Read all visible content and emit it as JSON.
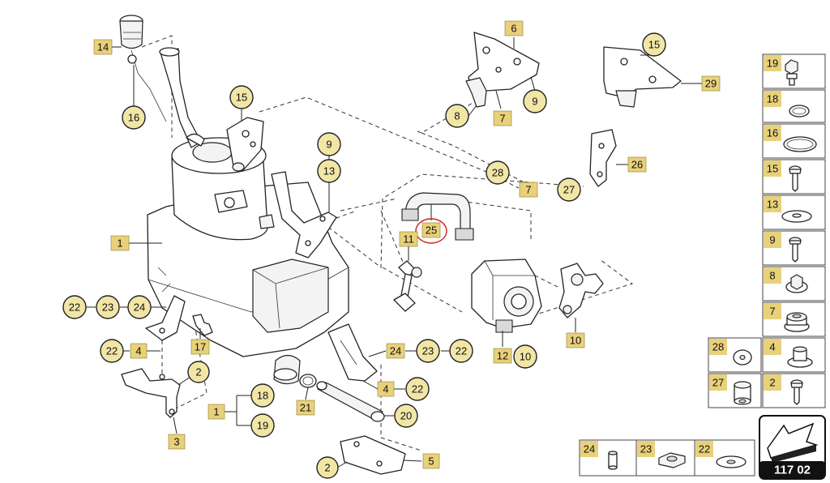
{
  "colors": {
    "callout_fill": "#f1e6a6",
    "square_fill": "#e8d17a",
    "highlight_ring": "#cc2222"
  },
  "callouts": [
    {
      "id": "c14",
      "text": "14",
      "shape": "square"
    },
    {
      "id": "c16",
      "text": "16",
      "shape": "circle"
    },
    {
      "id": "c15a",
      "text": "15",
      "shape": "circle"
    },
    {
      "id": "c1a",
      "text": "1",
      "shape": "square"
    },
    {
      "id": "c9a",
      "text": "9",
      "shape": "circle"
    },
    {
      "id": "c13",
      "text": "13",
      "shape": "circle"
    },
    {
      "id": "c6",
      "text": "6",
      "shape": "square"
    },
    {
      "id": "c8",
      "text": "8",
      "shape": "circle"
    },
    {
      "id": "c7a",
      "text": "7",
      "shape": "square"
    },
    {
      "id": "c9b",
      "text": "9",
      "shape": "circle"
    },
    {
      "id": "c15b",
      "text": "15",
      "shape": "circle"
    },
    {
      "id": "c29",
      "text": "29",
      "shape": "square"
    },
    {
      "id": "c26",
      "text": "26",
      "shape": "square"
    },
    {
      "id": "c28",
      "text": "28",
      "shape": "circle"
    },
    {
      "id": "c7b",
      "text": "7",
      "shape": "square"
    },
    {
      "id": "c27",
      "text": "27",
      "shape": "circle"
    },
    {
      "id": "c25",
      "text": "25",
      "shape": "square"
    },
    {
      "id": "c11",
      "text": "11",
      "shape": "square"
    },
    {
      "id": "c22a",
      "text": "22",
      "shape": "circle"
    },
    {
      "id": "c23a",
      "text": "23",
      "shape": "circle"
    },
    {
      "id": "c24a",
      "text": "24",
      "shape": "circle"
    },
    {
      "id": "c22b",
      "text": "22",
      "shape": "circle"
    },
    {
      "id": "c4a",
      "text": "4",
      "shape": "square"
    },
    {
      "id": "c17",
      "text": "17",
      "shape": "square"
    },
    {
      "id": "c2a",
      "text": "2",
      "shape": "circle"
    },
    {
      "id": "c3",
      "text": "3",
      "shape": "square"
    },
    {
      "id": "c1b",
      "text": "1",
      "shape": "square"
    },
    {
      "id": "c18",
      "text": "18",
      "shape": "circle"
    },
    {
      "id": "c19",
      "text": "19",
      "shape": "circle"
    },
    {
      "id": "c21",
      "text": "21",
      "shape": "square"
    },
    {
      "id": "c20",
      "text": "20",
      "shape": "circle"
    },
    {
      "id": "c4b",
      "text": "4",
      "shape": "square"
    },
    {
      "id": "c22c",
      "text": "22",
      "shape": "circle"
    },
    {
      "id": "c24b",
      "text": "24",
      "shape": "square"
    },
    {
      "id": "c23b",
      "text": "23",
      "shape": "circle"
    },
    {
      "id": "c22d",
      "text": "22",
      "shape": "circle"
    },
    {
      "id": "c12",
      "text": "12",
      "shape": "square"
    },
    {
      "id": "c10a",
      "text": "10",
      "shape": "circle"
    },
    {
      "id": "c10b",
      "text": "10",
      "shape": "square"
    },
    {
      "id": "c2b",
      "text": "2",
      "shape": "circle"
    },
    {
      "id": "c5",
      "text": "5",
      "shape": "square"
    }
  ],
  "legend_right": [
    {
      "num": "19",
      "icon": "bolt-collar-icon"
    },
    {
      "num": "18",
      "icon": "seal-ring-icon"
    },
    {
      "num": "16",
      "icon": "large-seal-ring-icon"
    },
    {
      "num": "15",
      "icon": "torx-screw-icon"
    },
    {
      "num": "13",
      "icon": "washer-icon"
    },
    {
      "num": "9",
      "icon": "screw-icon"
    },
    {
      "num": "8",
      "icon": "flange-nut-icon"
    },
    {
      "num": "7",
      "icon": "rubber-grommet-icon"
    },
    {
      "num": "4",
      "icon": "spacer-bushing-icon"
    },
    {
      "num": "2",
      "icon": "torx-screw-icon"
    }
  ],
  "legend_extra": [
    {
      "num": "28",
      "icon": "thin-washer-icon"
    },
    {
      "num": "27",
      "icon": "sleeve-icon"
    }
  ],
  "legend_bottom": [
    {
      "num": "24",
      "icon": "pin-icon"
    },
    {
      "num": "23",
      "icon": "square-nut-icon"
    },
    {
      "num": "22",
      "icon": "flat-washer-icon"
    }
  ],
  "page_ref": "117 02"
}
